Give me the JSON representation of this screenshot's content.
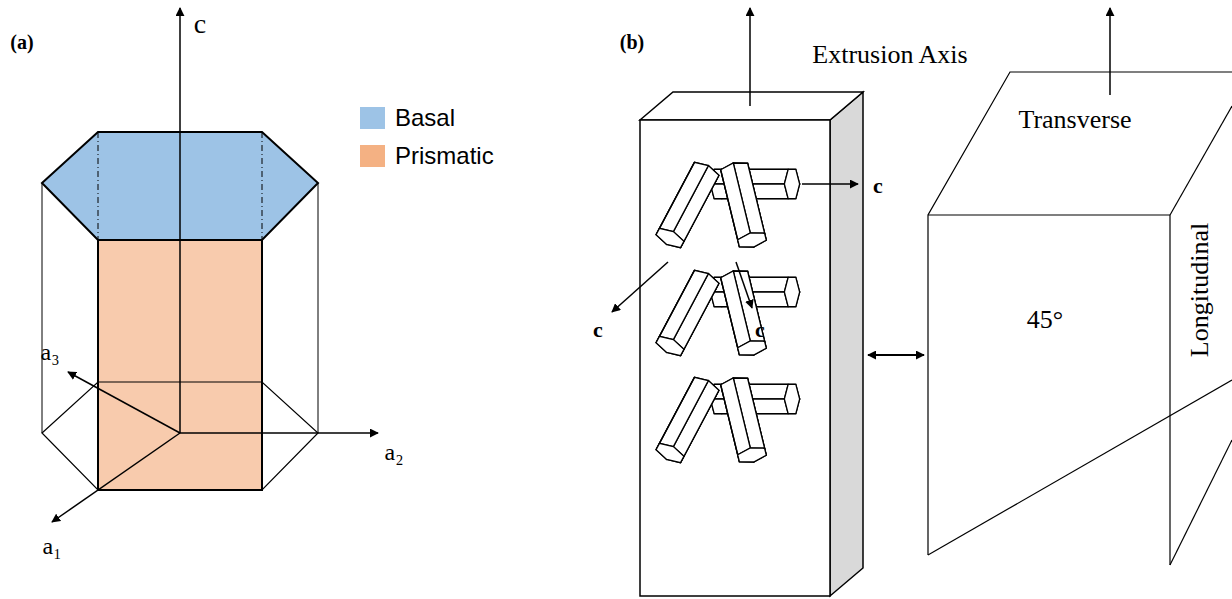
{
  "diagram": {
    "labels": [
      "(a)",
      "c",
      "a₃",
      "a₂",
      "a₁",
      "(b)",
      "Extrusion Axis",
      "c",
      "c",
      "c",
      "Transverse",
      "45°",
      "Longitudinal"
    ],
    "legend": [
      {
        "text": "Basal",
        "color": "#9dc3e6"
      },
      {
        "text": "Prismatic",
        "color": "#f4b183"
      }
    ]
  }
}
